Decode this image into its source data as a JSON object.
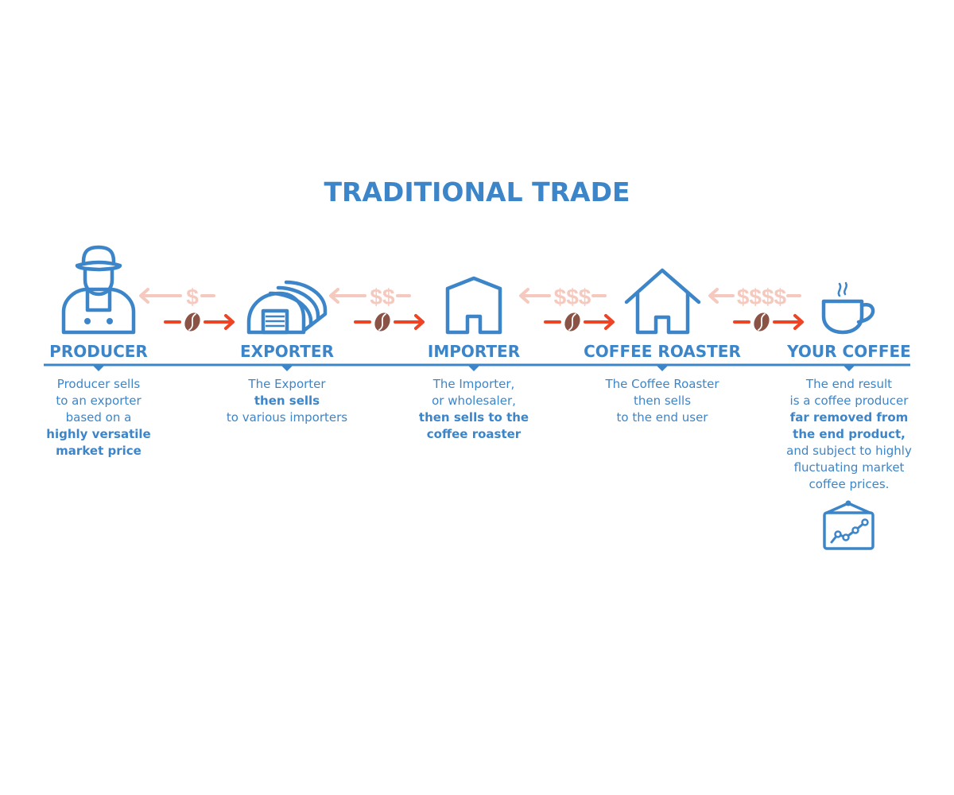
{
  "title": "TRADITIONAL TRADE",
  "colors": {
    "primary": "#3d85c9",
    "money": "#f6c9bf",
    "goods_arrow": "#ee4324",
    "bean": "#8a5346"
  },
  "stages": [
    {
      "label": "PRODUCER",
      "icon": "farmer-icon",
      "description": [
        {
          "text": "Producer sells",
          "bold": false
        },
        {
          "text": "to an exporter",
          "bold": false
        },
        {
          "text": "based on a",
          "bold": false
        },
        {
          "text": "highly versatile",
          "bold": true
        },
        {
          "text": "market price",
          "bold": true
        }
      ]
    },
    {
      "label": "EXPORTER",
      "icon": "warehouse-icon",
      "description": [
        {
          "text": "The Exporter",
          "bold": false
        },
        {
          "text": "then sells",
          "bold": true
        },
        {
          "text": "to various importers",
          "bold": false
        }
      ]
    },
    {
      "label": "IMPORTER",
      "icon": "building-icon",
      "description": [
        {
          "text": "The Importer,",
          "bold": false
        },
        {
          "text": "or wholesaler,",
          "bold": false
        },
        {
          "text": "then sells to the",
          "bold": true
        },
        {
          "text": "coffee roaster",
          "bold": true
        }
      ]
    },
    {
      "label": "COFFEE ROASTER",
      "icon": "house-icon",
      "description": [
        {
          "text": "The Coffee Roaster",
          "bold": false
        },
        {
          "text": "then sells",
          "bold": false
        },
        {
          "text": "to the end user",
          "bold": false
        }
      ]
    },
    {
      "label": "YOUR COFFEE",
      "icon": "coffee-cup-icon",
      "description": [
        {
          "text": "The end result",
          "bold": false
        },
        {
          "text": "is a coffee producer",
          "bold": false
        },
        {
          "text": "far removed from",
          "bold": true
        },
        {
          "text": "the end product,",
          "bold": true
        },
        {
          "text": "and subject to highly",
          "bold": false
        },
        {
          "text": "fluctuating market",
          "bold": false
        },
        {
          "text": "coffee prices.",
          "bold": false
        }
      ]
    }
  ],
  "flows": [
    {
      "money": "$",
      "goods_icon": "coffee-bean-icon"
    },
    {
      "money": "$$",
      "goods_icon": "coffee-bean-icon"
    },
    {
      "money": "$$$",
      "goods_icon": "coffee-bean-icon"
    },
    {
      "money": "$$$$",
      "goods_icon": "coffee-bean-icon"
    }
  ],
  "extra_icon": "price-chart-icon"
}
